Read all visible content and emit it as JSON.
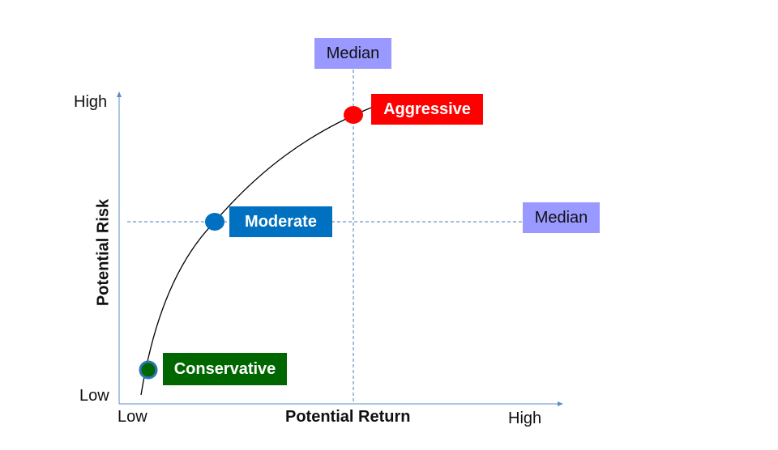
{
  "axes": {
    "y_label": "Potential Risk",
    "x_label": "Potential Return",
    "y_high": "High",
    "y_low": "Low",
    "x_low": "Low",
    "x_high": "High"
  },
  "median_labels": {
    "vertical": "Median",
    "horizontal": "Median"
  },
  "profiles": [
    {
      "label": "Conservative",
      "color": "#006600",
      "dot_color": "#006600",
      "dot_border": "#2e75b6"
    },
    {
      "label": "Moderate",
      "color": "#0070c0",
      "dot_color": "#0070c0"
    },
    {
      "label": "Aggressive",
      "color": "#ff0000",
      "dot_color": "#ff0000"
    }
  ],
  "colors": {
    "median_box": "#9999ff",
    "axis": "#5b8fc7",
    "guide": "#4a7ebb"
  }
}
